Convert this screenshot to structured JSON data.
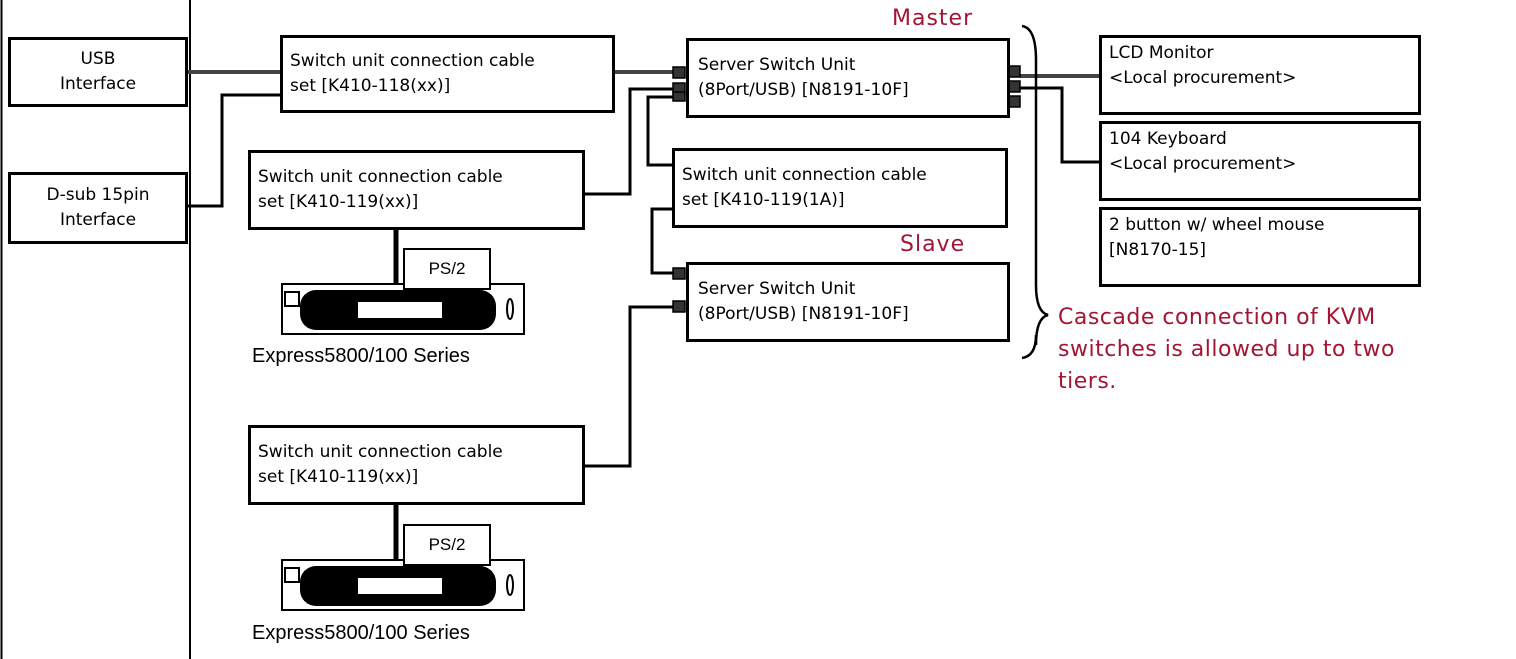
{
  "boxes": {
    "usb_interface": {
      "lines": [
        "USB",
        "Interface"
      ]
    },
    "dsub_interface": {
      "lines": [
        "D-sub 15pin",
        "Interface"
      ]
    },
    "cable_118": {
      "lines": [
        "Switch unit connection cable",
        "set [K410-118(xx)]"
      ]
    },
    "cable_119_top": {
      "lines": [
        "Switch unit connection cable",
        "set [K410-119(xx)]"
      ]
    },
    "cable_119_bottom": {
      "lines": [
        "Switch unit connection cable",
        "set [K410-119(xx)]"
      ]
    },
    "cable_119_1a": {
      "lines": [
        "Switch unit connection cable",
        "set [K410-119(1A)]"
      ]
    },
    "master_switch": {
      "lines": [
        "Server Switch Unit",
        "(8Port/USB) [N8191-10F]"
      ]
    },
    "slave_switch": {
      "lines": [
        "Server Switch Unit",
        "(8Port/USB) [N8191-10F]"
      ]
    },
    "lcd_monitor": {
      "lines": [
        "LCD Monitor",
        "<Local procurement>"
      ]
    },
    "keyboard": {
      "lines": [
        "104 Keyboard",
        "<Local procurement>"
      ]
    },
    "mouse": {
      "lines": [
        "2 button w/ wheel mouse",
        "[N8170-15]"
      ]
    }
  },
  "labels": {
    "master": "Master",
    "slave": "Slave",
    "cascade_note": [
      "Cascade connection of KVM",
      "switches is allowed up to two",
      "tiers."
    ]
  },
  "servers": [
    {
      "ps2": "PS/2",
      "caption": "Express5800/100 Series"
    },
    {
      "ps2": "PS/2",
      "caption": "Express5800/100 Series"
    }
  ],
  "colors": {
    "accent_red": "#a31535",
    "line": "#000000",
    "port": "#333333"
  }
}
